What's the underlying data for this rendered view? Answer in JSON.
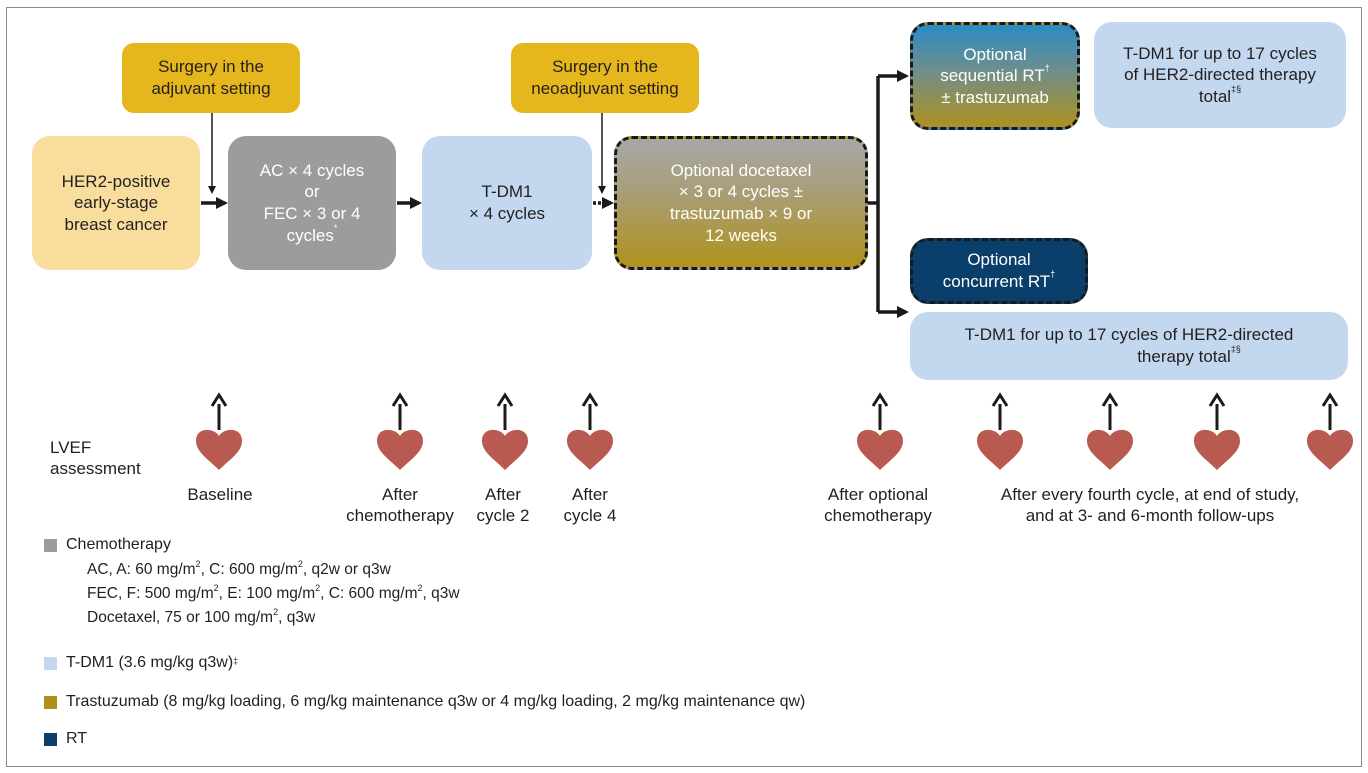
{
  "flow": {
    "her2_box": "HER2-positive\nearly-stage\nbreast cancer",
    "ac_box": {
      "line1": "AC × 4 cycles",
      "line2": "or",
      "line3": "FEC × 3 or 4",
      "line4": "cycles",
      "sup": "*"
    },
    "tdm1_box": "T-DM1\n× 4 cycles",
    "surgery_adjuvant": "Surgery in the\nadjuvant setting",
    "surgery_neoadjuvant": "Surgery in the\nneoadjuvant setting",
    "docetaxel_box": "Optional docetaxel\n× 3 or 4 cycles ±\ntrastuzumab × 9 or\n12 weeks",
    "sequential_box": {
      "line1": "Optional",
      "line2": "sequential RT",
      "sup": "†",
      "line3": "± trastuzumab"
    },
    "tdm1_upper": {
      "line1": "T-DM1 for up to 17 cycles",
      "line2": "of HER2-directed therapy",
      "line3": "total",
      "sup": "‡§"
    },
    "concurrent_box": {
      "line1": "Optional",
      "line2": "concurrent RT",
      "sup": "†"
    },
    "tdm1_lower": {
      "line1": "T-DM1 for up to 17 cycles of HER2-directed",
      "line2": "therapy total",
      "sup": "‡§"
    }
  },
  "lvef": {
    "label": "LVEF\nassessment",
    "timepoints": [
      "Baseline",
      "After\nchemotherapy",
      "After\ncycle 2",
      "After\ncycle 4",
      "After optional\nchemotherapy",
      "After every fourth cycle, at end of study,\nand at 3- and 6-month follow-ups"
    ]
  },
  "legend": {
    "chemotherapy": "Chemotherapy",
    "chem_lines": [
      {
        "pre": "AC, A: 60 mg/m",
        "s1": "2",
        "mid": ", C: 600 mg/m",
        "s2": "2",
        "post": ", q2w or q3w"
      },
      {
        "pre": "FEC, F: 500 mg/m",
        "s1": "2",
        "mid": ", E: 100 mg/m",
        "s2": "2",
        "mid2": ", C: 600 mg/m",
        "s3": "2",
        "post": ", q3w"
      },
      {
        "pre": "Docetaxel, 75 or 100 mg/m",
        "s1": "2",
        "post": ", q3w"
      }
    ],
    "tdm1": "T-DM1 (3.6 mg/kg q3w)",
    "tdm1_sup": "‡",
    "trastuzumab": "Trastuzumab (8 mg/kg loading, 6 mg/kg maintenance q3w or 4 mg/kg loading, 2 mg/kg maintenance qw)",
    "rt": "RT"
  },
  "colors": {
    "her2": "#f8dd9c",
    "chemo": "#9b9c9e",
    "tdm1": "#c3d7ee",
    "surgery": "#e5b71c",
    "trastuzumab": "#b08f1a",
    "rt": "#0b3f6b",
    "heart": "#b85a50"
  }
}
